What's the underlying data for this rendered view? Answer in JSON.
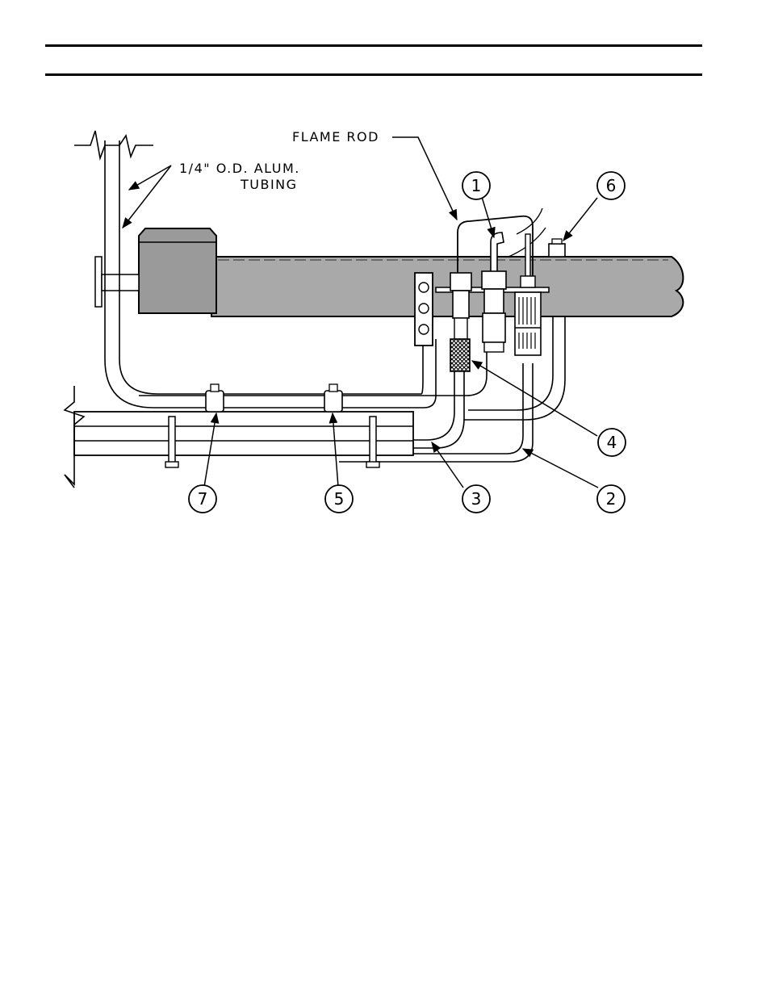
{
  "diagram": {
    "labels": {
      "flame_rod": "FLAME ROD",
      "tubing_line1": "1/4\" O.D. ALUM.",
      "tubing_line2": "TUBING"
    },
    "callouts": [
      "1",
      "2",
      "3",
      "4",
      "5",
      "6",
      "7"
    ]
  },
  "colors": {
    "line": "#000000",
    "pipe_fill": "#a9a9a9",
    "pipe_shadow": "#8c8c8c",
    "tube_fill": "#ffffff"
  }
}
